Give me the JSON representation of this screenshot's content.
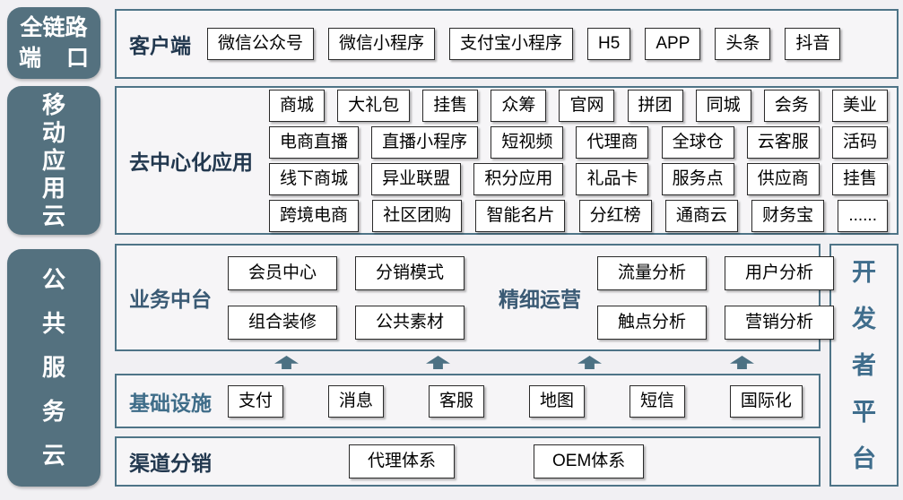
{
  "left_rail": {
    "fullchain_badge": {
      "line1": "全链路",
      "line2": "端口"
    },
    "mobile_cloud_badge": "移动应用云",
    "public_cloud_badge": "公共服务云"
  },
  "right_rail": {
    "developer_platform_badge": "开发者平台"
  },
  "sections": {
    "client": {
      "label": "客户端",
      "items": [
        "微信公众号",
        "微信小程序",
        "支付宝小程序",
        "H5",
        "APP",
        "头条",
        "抖音"
      ]
    },
    "decentralized_apps": {
      "label": "去中心化应用",
      "rows": [
        [
          "商城",
          "大礼包",
          "挂售",
          "众筹",
          "官网",
          "拼团",
          "同城",
          "会务",
          "美业"
        ],
        [
          "电商直播",
          "直播小程序",
          "短视频",
          "代理商",
          "全球仓",
          "云客服",
          "活码"
        ],
        [
          "线下商城",
          "异业联盟",
          "积分应用",
          "礼品卡",
          "服务点",
          "供应商",
          "挂售"
        ],
        [
          "跨境电商",
          "社区团购",
          "智能名片",
          "分红榜",
          "通商云",
          "财务宝",
          "......"
        ]
      ]
    },
    "business_middle": {
      "label": "业务中台",
      "items": [
        "会员中心",
        "分销模式",
        "组合装修",
        "公共素材"
      ]
    },
    "refined_operation": {
      "label": "精细运营",
      "items": [
        "流量分析",
        "用户分析",
        "触点分析",
        "营销分析"
      ]
    },
    "infrastructure": {
      "label": "基础设施",
      "items": [
        "支付",
        "消息",
        "客服",
        "地图",
        "短信",
        "国际化"
      ]
    },
    "channel_distribution": {
      "label": "渠道分销",
      "items": [
        "代理体系",
        "OEM体系"
      ]
    }
  },
  "colors": {
    "rail_teal": "#54717f",
    "section_border": "#4e7487",
    "label_navy": "#22384f",
    "label_steel_blue": "#3f6d89",
    "developer_text": "#3f6d8c",
    "page_background": "#f1f0f3",
    "chip_background": "#ffffff"
  }
}
